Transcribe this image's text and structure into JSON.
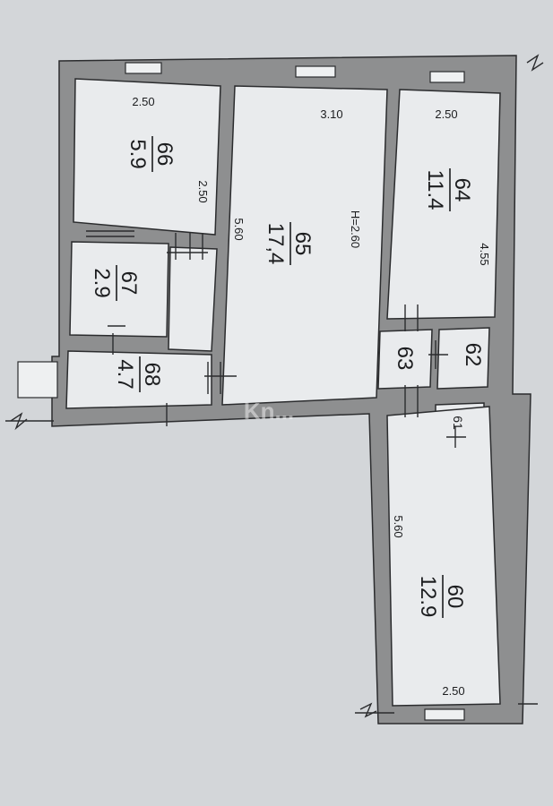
{
  "rooms": [
    {
      "id": "66",
      "area": "5.9"
    },
    {
      "id": "67",
      "area": "2.9"
    },
    {
      "id": "68",
      "area": "4.7"
    },
    {
      "id": "65",
      "area": "17,4"
    },
    {
      "id": "64",
      "area": "11.4"
    },
    {
      "id": "63",
      "area": ""
    },
    {
      "id": "62",
      "area": ""
    },
    {
      "id": "61",
      "area": ""
    },
    {
      "id": "60",
      "area": "12.9"
    }
  ],
  "dimensions": {
    "room66_width": "2.50",
    "room66_length": "2.50",
    "room65_width": "3.10",
    "room65_length": "5.60",
    "ceiling_height": "H=2.60",
    "room64_width": "2.50",
    "room64_length": "4.55",
    "room60_length": "5.60",
    "room60_width": "2.50"
  },
  "watermark": "Kn..."
}
